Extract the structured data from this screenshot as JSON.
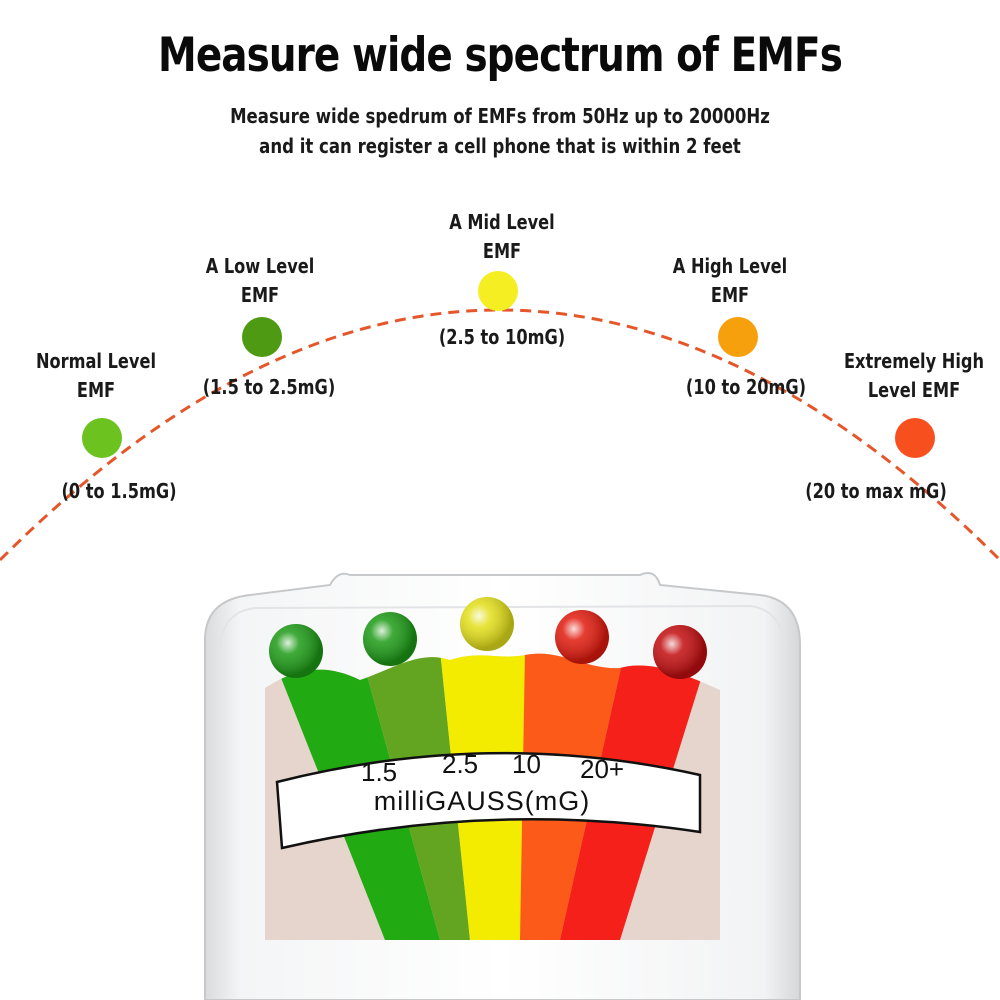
{
  "headline": "Measure wide spectrum of EMFs",
  "subheadline": {
    "line1": "Measure wide spedrum of EMFs from 50Hz up to 20000Hz",
    "line2": "and it can register a cell phone that is within 2 feet"
  },
  "levels": [
    {
      "label_line1": "Normal Level",
      "label_line2": "EMF",
      "range": "(0 to 1.5mG)",
      "color": "#6cc31f"
    },
    {
      "label_line1": "A Low Level",
      "label_line2": "EMF",
      "range": "(1.5 to 2.5mG)",
      "color": "#4e9a12"
    },
    {
      "label_line1": "A Mid Level",
      "label_line2": "EMF",
      "range": "(2.5 to 10mG)",
      "color": "#f5ee22"
    },
    {
      "label_line1": "A High Level",
      "label_line2": "EMF",
      "range": "(10 to 20mG)",
      "color": "#f7a00e"
    },
    {
      "label_line1": "Extremely High",
      "label_line2": "Level EMF",
      "range": "(20 to max mG)",
      "color": "#f7501e"
    }
  ],
  "arc_color": "#e5572b",
  "meter": {
    "scale_labels": [
      "1.5",
      "2.5",
      "10",
      "20+"
    ],
    "unit_label": "milliGAUSS(mG)",
    "band_colors": [
      "#22aa13",
      "#63a521",
      "#f3ec00",
      "#fb5a18",
      "#f6201a"
    ],
    "led_colors": [
      "#1d9b16",
      "#1d9b16",
      "#e3df1a",
      "#e11a0d",
      "#c20d0f"
    ],
    "face_color": "#e6d5cc"
  }
}
